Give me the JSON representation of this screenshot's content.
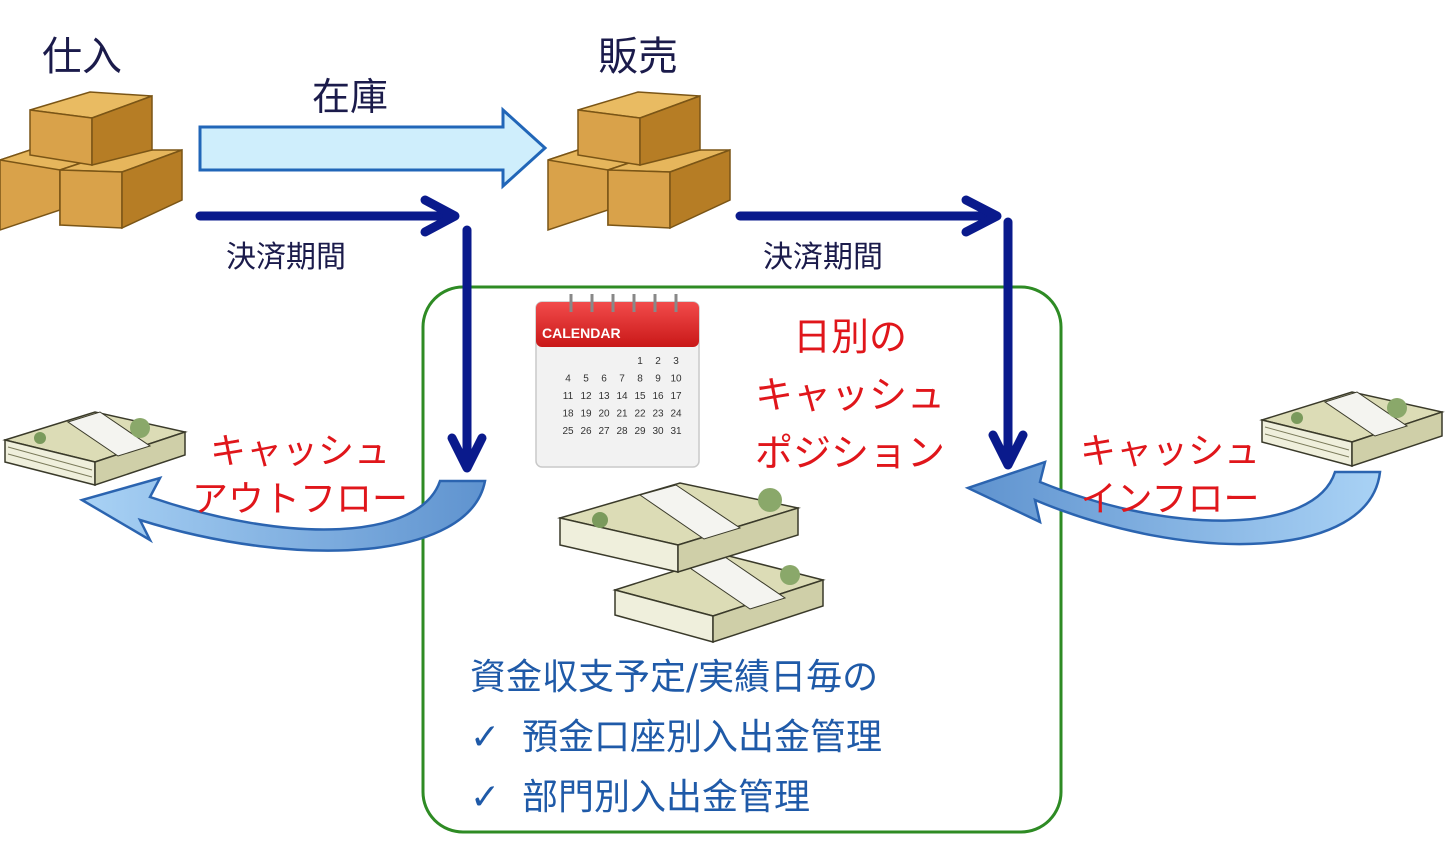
{
  "labels": {
    "purchase": "仕入",
    "sales": "販売",
    "inventory": "在庫",
    "settlement_left": "決済期間",
    "settlement_right": "決済期間",
    "outflow_line1": "キャッシュ",
    "outflow_line2": "アウトフロー",
    "inflow_line1": "キャッシュ",
    "inflow_line2": "インフロー",
    "position_line1": "日別の",
    "position_line2": "キャッシュ",
    "position_line3": "ポジション"
  },
  "calendar": {
    "header": "CALENDAR",
    "days": [
      "",
      "",
      "",
      "",
      "1",
      "2",
      "3",
      "4",
      "5",
      "6",
      "7",
      "8",
      "9",
      "10",
      "11",
      "12",
      "13",
      "14",
      "15",
      "16",
      "17",
      "18",
      "19",
      "20",
      "21",
      "22",
      "23",
      "24",
      "25",
      "26",
      "27",
      "28",
      "29",
      "30",
      "31"
    ]
  },
  "summary": {
    "heading": "資金収支予定/実績日毎の",
    "items": [
      "預金口座別入出金管理",
      "部門別入出金管理"
    ],
    "check_glyph": "✓"
  },
  "colors": {
    "arrow_navy": "#0a1a8c",
    "box_border": "#2e8b24",
    "red_text": "#e0161b",
    "blue_text": "#1f5aa8",
    "light_arrow": "#cfeefc",
    "curve_arrow": "#7fb4e8"
  }
}
